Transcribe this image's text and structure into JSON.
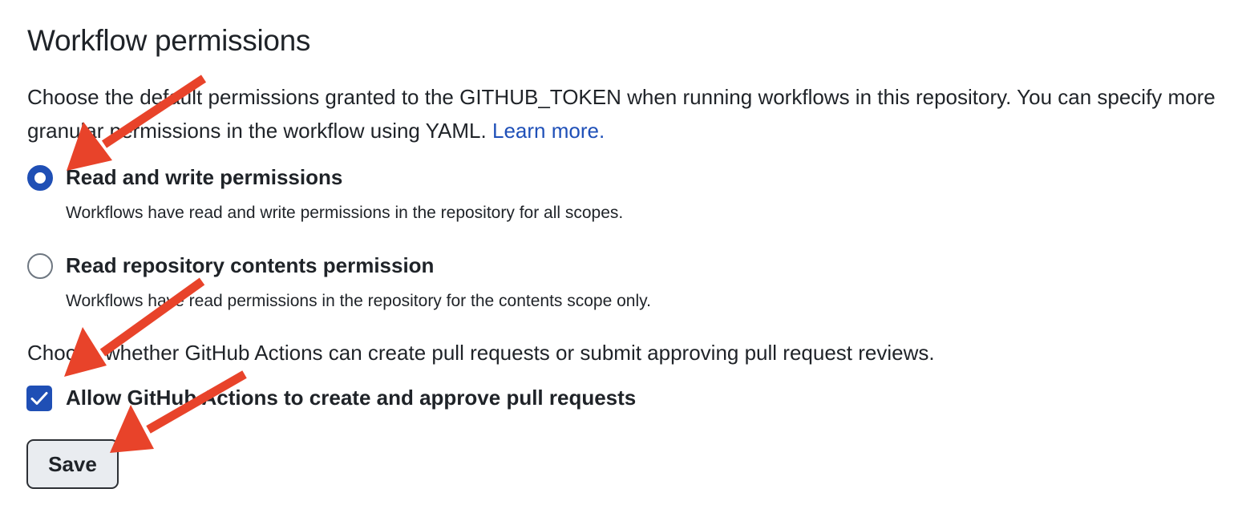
{
  "page": {
    "title": "Workflow permissions",
    "description": "Choose the default permissions granted to the GITHUB_TOKEN when running workflows in this repository. You can specify more granular permissions in the workflow using YAML.",
    "learn_more": "Learn more."
  },
  "options": [
    {
      "label": "Read and write permissions",
      "description": "Workflows have read and write permissions in the repository for all scopes.",
      "selected": true
    },
    {
      "label": "Read repository contents permission",
      "description": "Workflows have read permissions in the repository for the contents scope only.",
      "selected": false
    }
  ],
  "pull_requests": {
    "question": "Choose whether GitHub Actions can create pull requests or submit approving pull request reviews.",
    "checkbox_label": "Allow GitHub Actions to create and approve pull requests",
    "checked": true
  },
  "actions": {
    "save_label": "Save"
  },
  "colors": {
    "accent": "#1f4fb5",
    "link": "#1f50b8",
    "annotation_arrow": "#e8432a"
  }
}
